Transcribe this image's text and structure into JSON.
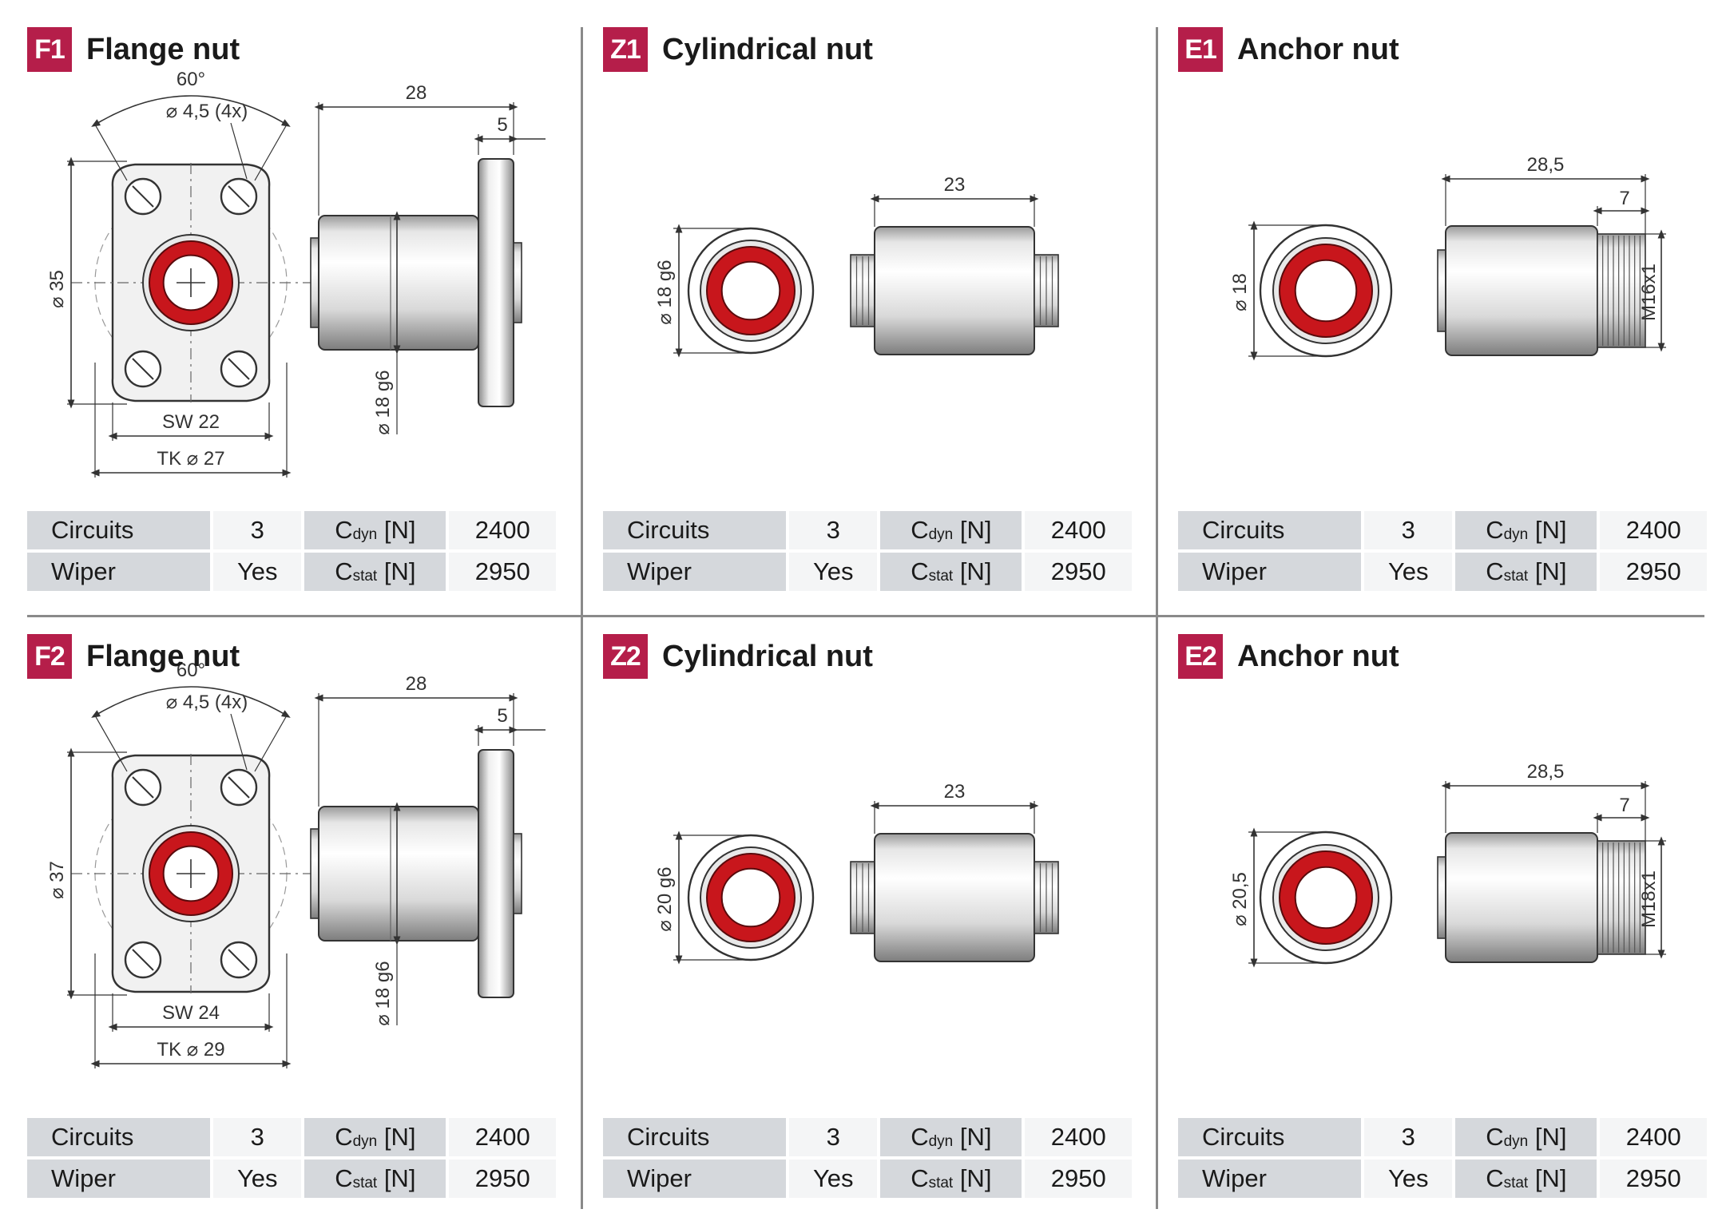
{
  "colors": {
    "accent": "#b51e4a",
    "seal_red": "#c8161c",
    "label_cell": "#d5d8dc",
    "value_cell": "#f4f5f6",
    "divider": "#8a8a8a"
  },
  "panels": [
    {
      "id": "F1",
      "badge": "F1",
      "title": "Flange nut",
      "dims": {
        "angle": "60°",
        "hole": "⌀ 4,5 (4x)",
        "length": "28",
        "flange": "5",
        "height": "⌀ 35",
        "bore": "⌀ 18 g6",
        "sw": "SW 22",
        "tk": "TK ⌀ 27"
      },
      "spec": {
        "circuits_label": "Circuits",
        "circuits": "3",
        "cdyn_label": "C",
        "cdyn_sub": "dyn",
        "cdyn_unit": " [N]",
        "cdyn": "2400",
        "wiper_label": "Wiper",
        "wiper": "Yes",
        "cstat_label": "C",
        "cstat_sub": "stat",
        "cstat_unit": " [N]",
        "cstat": "2950"
      }
    },
    {
      "id": "Z1",
      "badge": "Z1",
      "title": "Cylindrical nut",
      "dims": {
        "diameter": "⌀ 18 g6",
        "length": "23"
      },
      "spec": {
        "circuits_label": "Circuits",
        "circuits": "3",
        "cdyn_label": "C",
        "cdyn_sub": "dyn",
        "cdyn_unit": " [N]",
        "cdyn": "2400",
        "wiper_label": "Wiper",
        "wiper": "Yes",
        "cstat_label": "C",
        "cstat_sub": "stat",
        "cstat_unit": " [N]",
        "cstat": "2950"
      }
    },
    {
      "id": "E1",
      "badge": "E1",
      "title": "Anchor nut",
      "dims": {
        "diameter": "⌀ 18",
        "length": "28,5",
        "thread_len": "7",
        "thread": "M16x1"
      },
      "spec": {
        "circuits_label": "Circuits",
        "circuits": "3",
        "cdyn_label": "C",
        "cdyn_sub": "dyn",
        "cdyn_unit": " [N]",
        "cdyn": "2400",
        "wiper_label": "Wiper",
        "wiper": "Yes",
        "cstat_label": "C",
        "cstat_sub": "stat",
        "cstat_unit": " [N]",
        "cstat": "2950"
      }
    },
    {
      "id": "F2",
      "badge": "F2",
      "title": "Flange nut",
      "dims": {
        "angle": "60°",
        "hole": "⌀ 4,5 (4x)",
        "length": "28",
        "flange": "5",
        "height": "⌀ 37",
        "bore": "⌀ 18 g6",
        "sw": "SW 24",
        "tk": "TK ⌀ 29"
      },
      "spec": {
        "circuits_label": "Circuits",
        "circuits": "3",
        "cdyn_label": "C",
        "cdyn_sub": "dyn",
        "cdyn_unit": " [N]",
        "cdyn": "2400",
        "wiper_label": "Wiper",
        "wiper": "Yes",
        "cstat_label": "C",
        "cstat_sub": "stat",
        "cstat_unit": " [N]",
        "cstat": "2950"
      }
    },
    {
      "id": "Z2",
      "badge": "Z2",
      "title": "Cylindrical nut",
      "dims": {
        "diameter": "⌀ 20 g6",
        "length": "23"
      },
      "spec": {
        "circuits_label": "Circuits",
        "circuits": "3",
        "cdyn_label": "C",
        "cdyn_sub": "dyn",
        "cdyn_unit": " [N]",
        "cdyn": "2400",
        "wiper_label": "Wiper",
        "wiper": "Yes",
        "cstat_label": "C",
        "cstat_sub": "stat",
        "cstat_unit": " [N]",
        "cstat": "2950"
      }
    },
    {
      "id": "E2",
      "badge": "E2",
      "title": "Anchor nut",
      "dims": {
        "diameter": "⌀ 20,5",
        "length": "28,5",
        "thread_len": "7",
        "thread": "M18x1"
      },
      "spec": {
        "circuits_label": "Circuits",
        "circuits": "3",
        "cdyn_label": "C",
        "cdyn_sub": "dyn",
        "cdyn_unit": " [N]",
        "cdyn": "2400",
        "wiper_label": "Wiper",
        "wiper": "Yes",
        "cstat_label": "C",
        "cstat_sub": "stat",
        "cstat_unit": " [N]",
        "cstat": "2950"
      }
    }
  ]
}
